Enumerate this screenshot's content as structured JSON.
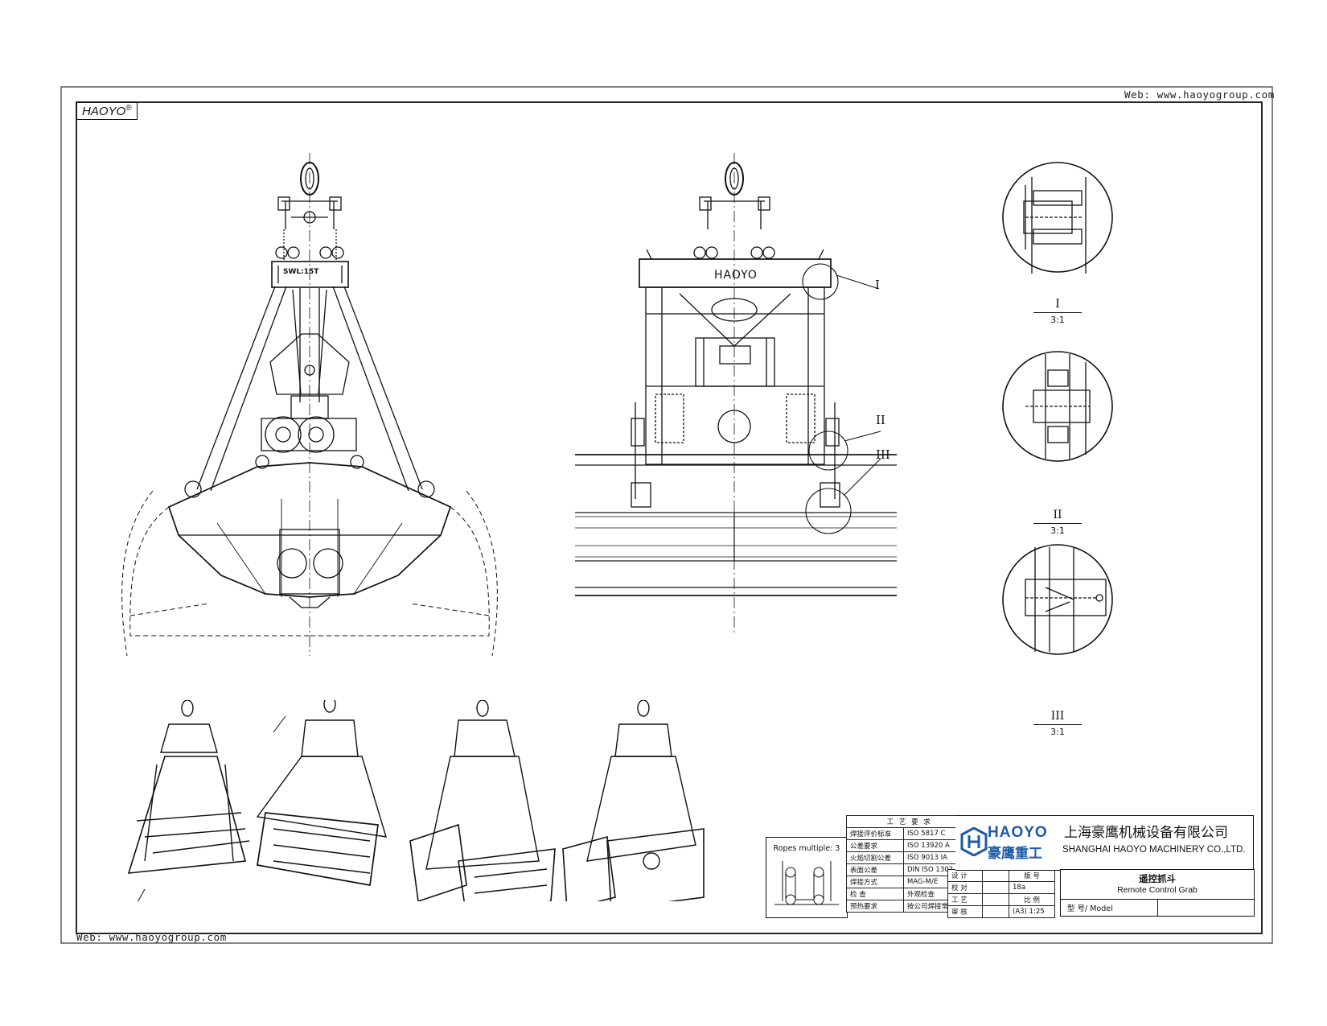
{
  "header": {
    "web_top": "Web: www.haoyogroup.com",
    "web_bottom": "Web: www.haoyogroup.com",
    "brand_box": "HAOYO",
    "registered_mark": "®"
  },
  "drawing": {
    "front_view": {
      "swl_label": "SWL:15T"
    },
    "side_view": {
      "brand_label": "HAOYO"
    },
    "callouts": [
      "I",
      "II",
      "III"
    ],
    "details": [
      {
        "name": "I",
        "scale": "3:1"
      },
      {
        "name": "II",
        "scale": "3:1"
      },
      {
        "name": "III",
        "scale": "3:1"
      }
    ]
  },
  "title_block": {
    "ropes_label": "Ropes multiple: 3",
    "requirements_header": "工 艺 要 求",
    "requirements": [
      {
        "item": "焊接评价标准",
        "value": "ISO 5817 C"
      },
      {
        "item": "公差要求",
        "value": "ISO 13920 A"
      },
      {
        "item": "火焰切割公差",
        "value": "ISO 9013 IA"
      },
      {
        "item": "表面公差",
        "value": "DIN ISO 1302"
      },
      {
        "item": "焊接方式",
        "value": "MAG-M/E"
      },
      {
        "item": "检 查",
        "value": "外观检查"
      },
      {
        "item": "预热要求",
        "value": "按公司焊接常规工艺"
      }
    ],
    "roles": [
      "设 计",
      "校 对",
      "工 艺",
      "审 核"
    ],
    "meta_labels": [
      "版 号",
      "比 例"
    ],
    "version": "18a",
    "scale": "(A3) 1:25",
    "company_logo_text": "HAOYO",
    "company_logo_cn": "豪鹰重工",
    "company_cn": "上海豪鹰机械设备有限公司",
    "company_en": "SHANGHAI HAOYO MACHINERY CO.,LTD.",
    "product_cn": "遥控抓斗",
    "product_en": "Remote Control Grab",
    "model_label": "型 号/ Model"
  }
}
